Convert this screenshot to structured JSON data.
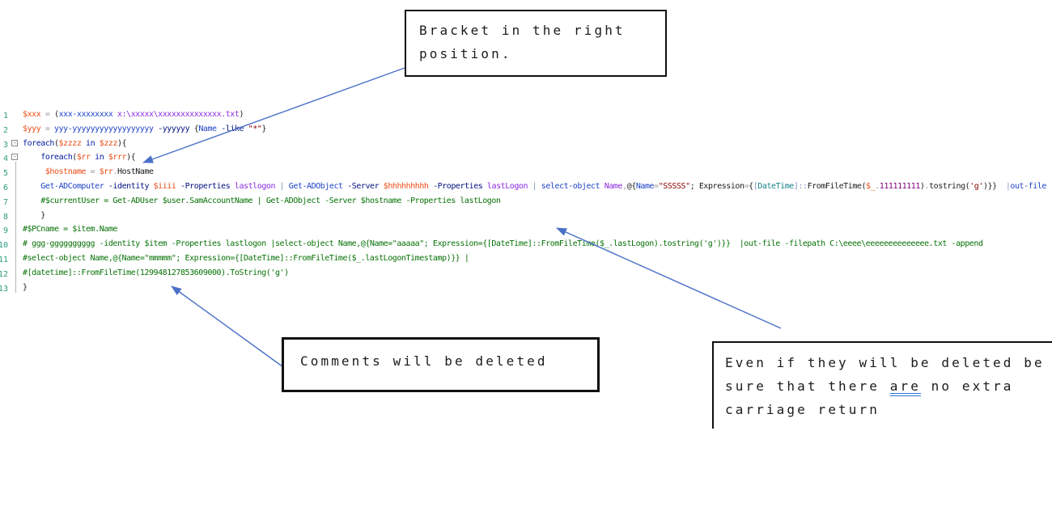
{
  "palette": {
    "arrow_blue": "#4A70C8",
    "underline_blue": "#2E74D6",
    "line_number_green": "#2E9C7E",
    "variable": "#EB4D16",
    "command": "#1E43C8",
    "keyword": "#001AA0",
    "parameter": "#001080",
    "argument": "#8A2BE2",
    "string": "#8B0000",
    "comment": "#077207",
    "type": "#16828C",
    "number": "#800080"
  },
  "callouts": {
    "bracket": {
      "lines": [
        "Bracket in the right",
        "position."
      ]
    },
    "comments": {
      "text": "Comments will be deleted"
    },
    "carriage": {
      "lines": [
        [
          {
            "t": "Even if they will be deleted be"
          }
        ],
        [
          {
            "t": "sure that there "
          },
          {
            "t": "are",
            "u": true
          },
          {
            "t": " no extra"
          }
        ],
        [
          {
            "t": "carriage return"
          }
        ]
      ]
    }
  },
  "editor": {
    "lines": [
      {
        "n": "1",
        "indent": 0,
        "fold": false,
        "tokens": [
          [
            "v",
            "$xxx"
          ],
          [
            "o",
            " = "
          ],
          [
            "p",
            "("
          ],
          [
            "c",
            "xxx-xxxxxxxx"
          ],
          [
            "a",
            " x:\\xxxxx\\xxxxxxxxxxxxxx.txt"
          ],
          [
            "p",
            ")"
          ]
        ]
      },
      {
        "n": "2",
        "indent": 0,
        "fold": false,
        "tokens": [
          [
            "v",
            "$yyy"
          ],
          [
            "o",
            " = "
          ],
          [
            "c",
            "yyy-yyyyyyyyyyyyyyyyyy"
          ],
          [
            "t",
            " "
          ],
          [
            "prm",
            "-yyyyyy"
          ],
          [
            "t",
            " "
          ],
          [
            "p",
            "{"
          ],
          [
            "c",
            "Name"
          ],
          [
            "t",
            " "
          ],
          [
            "prm",
            "-like"
          ],
          [
            "t",
            " "
          ],
          [
            "s",
            "\"*\""
          ],
          [
            "p",
            "}"
          ]
        ]
      },
      {
        "n": "3",
        "indent": 0,
        "fold": true,
        "tokens": [
          [
            "k",
            "foreach"
          ],
          [
            "p",
            "("
          ],
          [
            "v",
            "$zzzz"
          ],
          [
            "t",
            " "
          ],
          [
            "k",
            "in"
          ],
          [
            "t",
            " "
          ],
          [
            "v",
            "$zzz"
          ],
          [
            "p",
            "){"
          ]
        ]
      },
      {
        "n": "4",
        "indent": 4,
        "fold": true,
        "tokens": [
          [
            "k",
            "foreach"
          ],
          [
            "p",
            "("
          ],
          [
            "v",
            "$rr"
          ],
          [
            "t",
            " "
          ],
          [
            "k",
            "in"
          ],
          [
            "t",
            " "
          ],
          [
            "v",
            "$rrr"
          ],
          [
            "p",
            "){"
          ]
        ]
      },
      {
        "n": "5",
        "indent": 5,
        "fold": false,
        "tokens": [
          [
            "v",
            "$hostname"
          ],
          [
            "o",
            " = "
          ],
          [
            "v",
            "$rr"
          ],
          [
            "o",
            "."
          ],
          [
            "m",
            "HostName"
          ]
        ]
      },
      {
        "n": "6",
        "indent": 4,
        "fold": false,
        "tokens": [
          [
            "c",
            "Get-ADComputer"
          ],
          [
            "t",
            " "
          ],
          [
            "prm",
            "-identity"
          ],
          [
            "t",
            " "
          ],
          [
            "v",
            "$iiii"
          ],
          [
            "t",
            " "
          ],
          [
            "prm",
            "-Properties"
          ],
          [
            "t",
            " "
          ],
          [
            "a",
            "lastlogon"
          ],
          [
            "op2",
            " | "
          ],
          [
            "c",
            "Get-ADObject"
          ],
          [
            "t",
            " "
          ],
          [
            "prm",
            "-Server"
          ],
          [
            "t",
            " "
          ],
          [
            "v",
            "$hhhhhhhhh"
          ],
          [
            "t",
            " "
          ],
          [
            "prm",
            "-Properties"
          ],
          [
            "t",
            " "
          ],
          [
            "a",
            "lastLogon"
          ],
          [
            "op2",
            " | "
          ],
          [
            "c",
            "select-object"
          ],
          [
            "t",
            " "
          ],
          [
            "a",
            "Name"
          ],
          [
            "o",
            ","
          ],
          [
            "p",
            "@{"
          ],
          [
            "c",
            "Name"
          ],
          [
            "o",
            "="
          ],
          [
            "s",
            "\"SSSSS\""
          ],
          [
            "p",
            "; "
          ],
          [
            "m",
            "Expression"
          ],
          [
            "o",
            "="
          ],
          [
            "p",
            "{"
          ],
          [
            "op2",
            "["
          ],
          [
            "ty",
            "DateTime"
          ],
          [
            "op2",
            "]"
          ],
          [
            "op2",
            "::"
          ],
          [
            "m",
            "FromFileTime"
          ],
          [
            "p",
            "("
          ],
          [
            "v",
            "$_"
          ],
          [
            "o",
            "."
          ],
          [
            "n",
            "111111111"
          ],
          [
            "p",
            ")"
          ],
          [
            "o",
            "."
          ],
          [
            "m",
            "tostring"
          ],
          [
            "p",
            "("
          ],
          [
            "s",
            "'g'"
          ],
          [
            "p",
            ")}}"
          ],
          [
            "op2",
            "  |"
          ],
          [
            "c",
            "out-file"
          ]
        ]
      },
      {
        "n": "7",
        "indent": 4,
        "fold": false,
        "tokens": [
          [
            "cm",
            "#$currentUser = Get-ADUser $user.SamAccountName | Get-ADObject -Server $hostname -Properties lastLogon"
          ]
        ]
      },
      {
        "n": "8",
        "indent": 4,
        "fold": false,
        "tokens": [
          [
            "p",
            "}"
          ]
        ]
      },
      {
        "n": "9",
        "indent": 0,
        "fold": false,
        "tokens": [
          [
            "cm",
            "#$PCname = $item.Name"
          ]
        ]
      },
      {
        "n": "10",
        "indent": 0,
        "fold": false,
        "tokens": [
          [
            "cm",
            "# ggg-gggggggggg -identity $item -Properties lastlogon |select-object Name,@{Name=\"aaaaa\"; Expression={[DateTime]::FromFileTime($_.lastLogon).tostring('g')}}  |out-file -filepath C:\\eeee\\eeeeeeeeeeeeee.txt -append"
          ]
        ]
      },
      {
        "n": "11",
        "indent": 0,
        "fold": false,
        "tokens": [
          [
            "cm",
            "#select-object Name,@{Name=\"mmmmm\"; Expression={[DateTime]::FromFileTime($_.lastLogonTimestamp)}} |"
          ]
        ]
      },
      {
        "n": "12",
        "indent": 0,
        "fold": false,
        "tokens": [
          [
            "cm",
            "#[datetime]::FromFileTime(129948127853609000).ToString('g')"
          ]
        ]
      },
      {
        "n": "13",
        "indent": 0,
        "fold": false,
        "tokens": [
          [
            "p",
            "}"
          ]
        ]
      }
    ]
  }
}
